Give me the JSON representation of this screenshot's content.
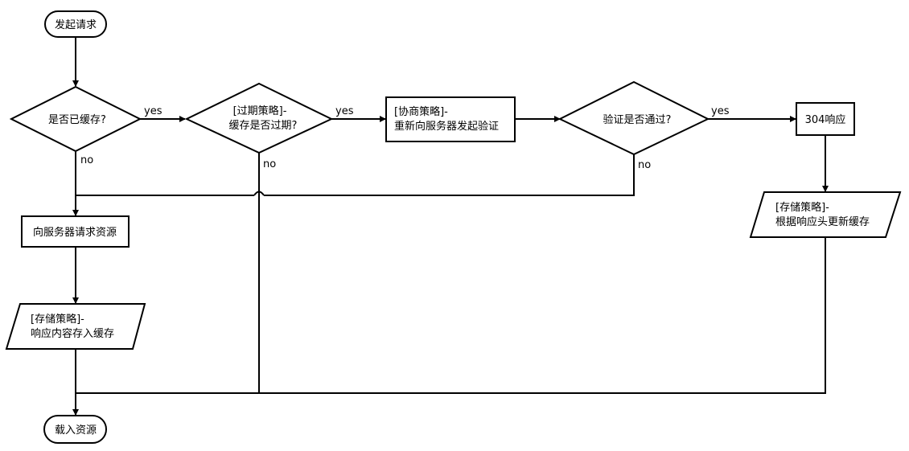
{
  "colors": {
    "stroke": "#000000",
    "fill": "#ffffff",
    "text": "#000000"
  },
  "nodes": {
    "start": "发起请求",
    "cached_q": "是否已缓存?",
    "expired_q": {
      "line1": "[过期策略]-",
      "line2": "缓存是否过期?"
    },
    "negotiate": {
      "line1": "[协商策略]-",
      "line2": "重新向服务器发起验证"
    },
    "validate_q": "验证是否通过?",
    "resp304": "304响应",
    "store_update": {
      "line1": "[存储策略]-",
      "line2": "根据响应头更新缓存"
    },
    "request_resource": "向服务器请求资源",
    "store_cache": {
      "line1": "[存储策略]-",
      "line2": "响应内容存入缓存"
    },
    "end": "载入资源"
  },
  "edge_labels": {
    "cached_yes": "yes",
    "cached_no": "no",
    "expired_yes": "yes",
    "expired_no": "no",
    "validate_yes": "yes",
    "validate_no": "no"
  }
}
